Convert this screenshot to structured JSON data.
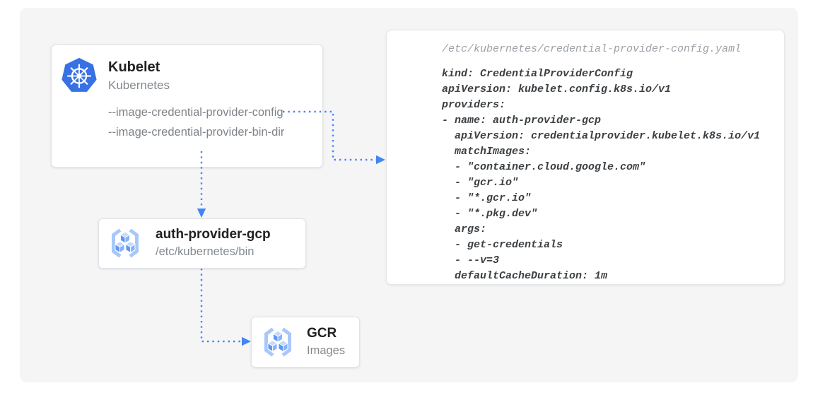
{
  "palette": {
    "arrow_blue": "#4285f4",
    "kubernetes_blue": "#3871e3",
    "gcr_bracket_blue": "#a8c7fa",
    "gcr_cube_top": "#c6dafc",
    "gcr_cube_left": "#5e97f6",
    "gcr_cube_right": "#89b2f9",
    "canvas_bg": "#f5f5f6",
    "node_bg": "#ffffff",
    "title_color": "#212124",
    "subtitle_color": "#84898e",
    "code_color": "#3c4043",
    "comment_color": "#9aa0a6"
  },
  "icons": {
    "kubelet": "kubernetes-helm-icon",
    "auth_provider": "gcr-cubes-icon",
    "gcr": "gcr-cubes-icon"
  },
  "nodes": {
    "kubelet": {
      "title": "Kubelet",
      "subtitle": "Kubernetes",
      "flags": [
        "--image-credential-provider-config",
        "--image-credential-provider-bin-dir"
      ]
    },
    "auth_provider": {
      "title": "auth-provider-gcp",
      "subtitle": "/etc/kubernetes/bin"
    },
    "gcr": {
      "title": "GCR",
      "subtitle": "Images"
    }
  },
  "code_panel": {
    "filename": "/etc/kubernetes/credential-provider-config.yaml",
    "lines": [
      "kind: CredentialProviderConfig",
      "apiVersion: kubelet.config.k8s.io/v1",
      "providers:",
      "- name: auth-provider-gcp",
      "  apiVersion: credentialprovider.kubelet.k8s.io/v1",
      "  matchImages:",
      "  - \"container.cloud.google.com\"",
      "  - \"gcr.io\"",
      "  - \"*.gcr.io\"",
      "  - \"*.pkg.dev\"",
      "  args:",
      "  - get-credentials",
      "  - --v=3",
      "  defaultCacheDuration: 1m"
    ]
  }
}
